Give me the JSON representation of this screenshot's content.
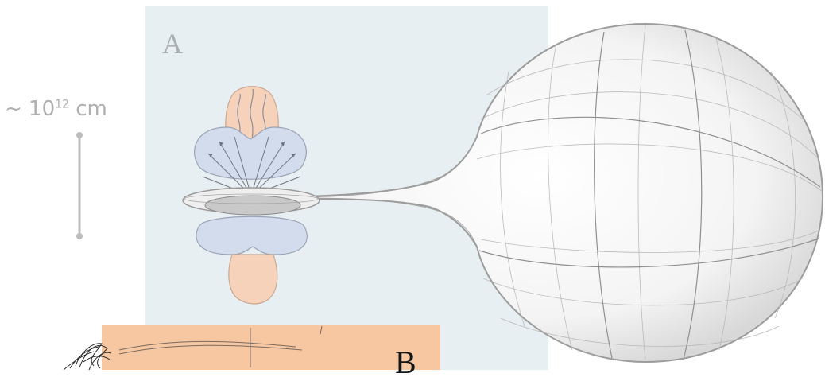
{
  "panel_a": {
    "label": "A"
  },
  "panel_b": {
    "label": "B"
  },
  "scale": {
    "prefix": "~ 10",
    "exponent": "12",
    "unit": " cm"
  },
  "colors": {
    "panel_a_bg": "#e8eff2",
    "panel_b_bg": "#f7c7a1",
    "jet_fill": "#f7d2bb",
    "torus_fill": "#d3dced",
    "sketch_stroke": "#a7a7a7",
    "scale_bar": "#bdbdbd"
  }
}
